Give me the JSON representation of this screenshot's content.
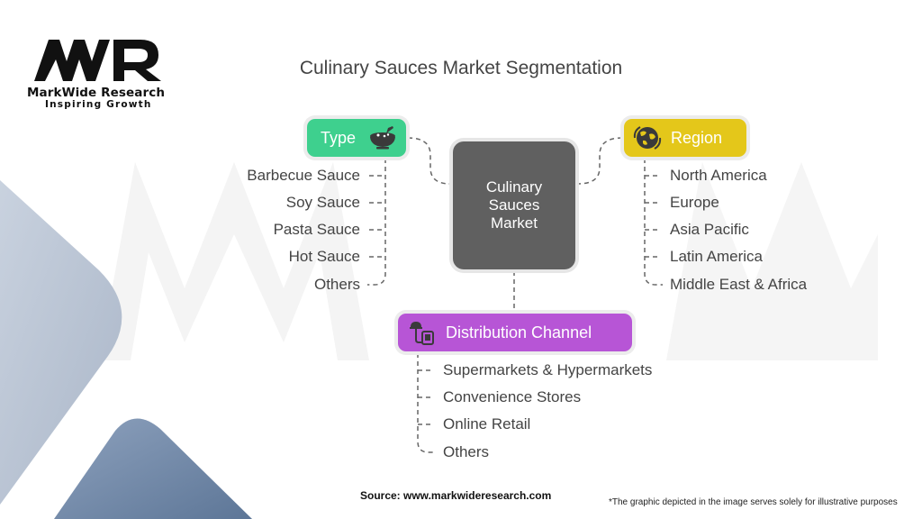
{
  "logo": {
    "name": "MarkWide Research",
    "tagline": "Inspiring Growth"
  },
  "title": "Culinary Sauces Market Segmentation",
  "center": {
    "label": "Culinary Sauces Market"
  },
  "type": {
    "label": "Type",
    "icon": "food-bowl-icon",
    "color": "#3ed08e",
    "items": [
      "Barbecue Sauce",
      "Soy Sauce",
      "Pasta Sauce",
      "Hot Sauce",
      "Others"
    ]
  },
  "region": {
    "label": "Region",
    "icon": "globe-icon",
    "color": "#e4c71a",
    "items": [
      "North America",
      "Europe",
      "Asia Pacific",
      "Latin America",
      "Middle East & Africa"
    ]
  },
  "distribution": {
    "label": "Distribution Channel",
    "icon": "delivery-icon",
    "color": "#b755d6",
    "items": [
      "Supermarkets & Hypermarkets",
      "Convenience Stores",
      "Online Retail",
      "Others"
    ]
  },
  "footer": {
    "source": "Source: www.markwideresearch.com",
    "disclaimer": "*The graphic depicted in the image serves solely for illustrative purposes"
  }
}
